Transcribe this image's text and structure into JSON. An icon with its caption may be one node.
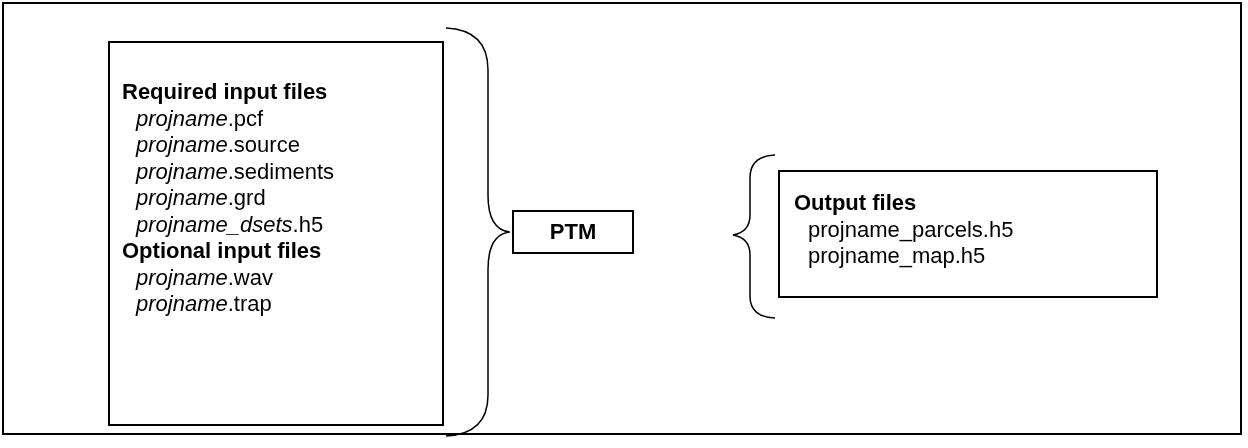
{
  "diagram": {
    "nodes": [
      {
        "text": [
          "Required input files",
          "*projname*.pcf",
          "*projname*.source",
          "*projname*.sediments",
          "*projname*.grd",
          "*projname_dsets*.h5",
          "Optional input files",
          "*projname*.wav",
          "*projname*.trap"
        ]
      },
      {
        "text": [
          "PTM"
        ]
      },
      {
        "text": [
          "Output files",
          "projname_parcels.h5",
          "projname_map.h5"
        ]
      }
    ]
  }
}
